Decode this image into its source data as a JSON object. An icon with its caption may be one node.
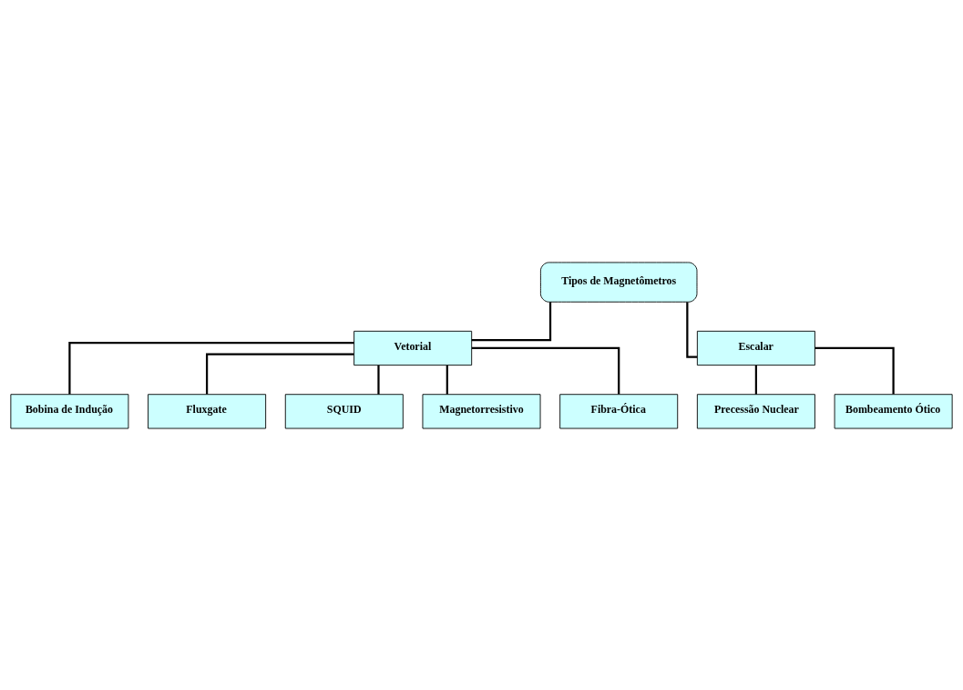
{
  "diagram": {
    "nodes": [
      {
        "text": [
          "Tipos de Magnetômetros"
        ]
      },
      {
        "text": [
          "Vetorial"
        ]
      },
      {
        "text": [
          "Escalar"
        ]
      },
      {
        "text": [
          "Bobina de Indução"
        ]
      },
      {
        "text": [
          "Fluxgate"
        ]
      },
      {
        "text": [
          "SQUID"
        ]
      },
      {
        "text": [
          "Magnetorresistivo"
        ]
      },
      {
        "text": [
          "Fibra-Ótica"
        ]
      },
      {
        "text": [
          "Precessão Nuclear"
        ]
      },
      {
        "text": [
          "Bombeamento Ótico"
        ]
      }
    ],
    "edges": [
      {
        "from": 0,
        "to": 1,
        "arrow": "none"
      },
      {
        "from": 0,
        "to": 2,
        "arrow": "none"
      },
      {
        "from": 1,
        "to": 3,
        "arrow": "none"
      },
      {
        "from": 1,
        "to": 4,
        "arrow": "none"
      },
      {
        "from": 1,
        "to": 5,
        "arrow": "none"
      },
      {
        "from": 1,
        "to": 6,
        "arrow": "none"
      },
      {
        "from": 1,
        "to": 7,
        "arrow": "none"
      },
      {
        "from": 2,
        "to": 8,
        "arrow": "none"
      },
      {
        "from": 2,
        "to": 9,
        "arrow": "none"
      }
    ]
  }
}
